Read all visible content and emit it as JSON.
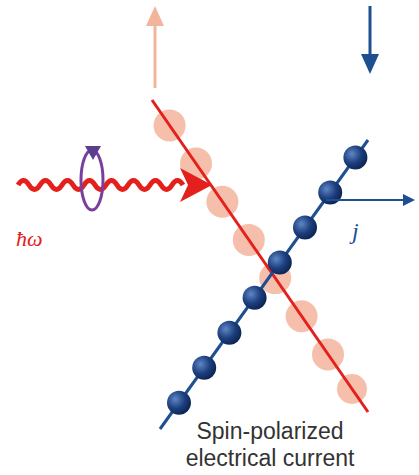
{
  "diagram": {
    "labels": [
      "ħω",
      "j",
      "Spin-polarized electrical current"
    ]
  }
}
